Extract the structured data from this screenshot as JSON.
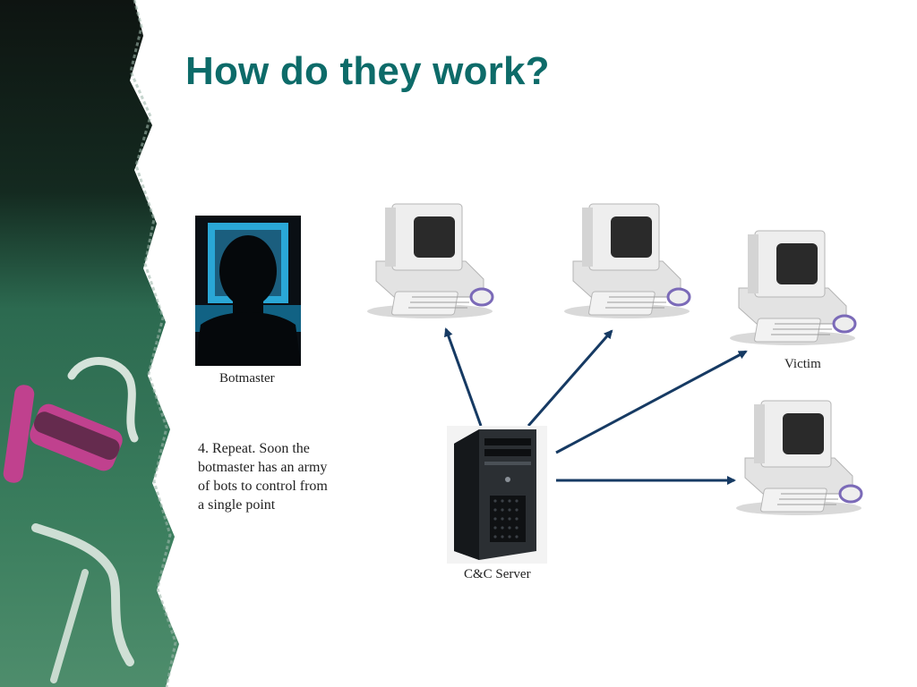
{
  "slide": {
    "title": "How do they work?"
  },
  "diagram": {
    "nodes": {
      "botmaster": {
        "label": "Botmaster"
      },
      "server": {
        "label": "C&C Server"
      },
      "victim": {
        "label": "Victim"
      }
    },
    "description_lines": [
      "4. Repeat. Soon the",
      "botmaster has an army",
      "of bots to control from",
      "a single point"
    ],
    "colors": {
      "title": "#0d6b69",
      "arrow": "#163a63",
      "chalkboard_green": "#2e6e52",
      "chalk_pink": "#c0418e"
    }
  }
}
